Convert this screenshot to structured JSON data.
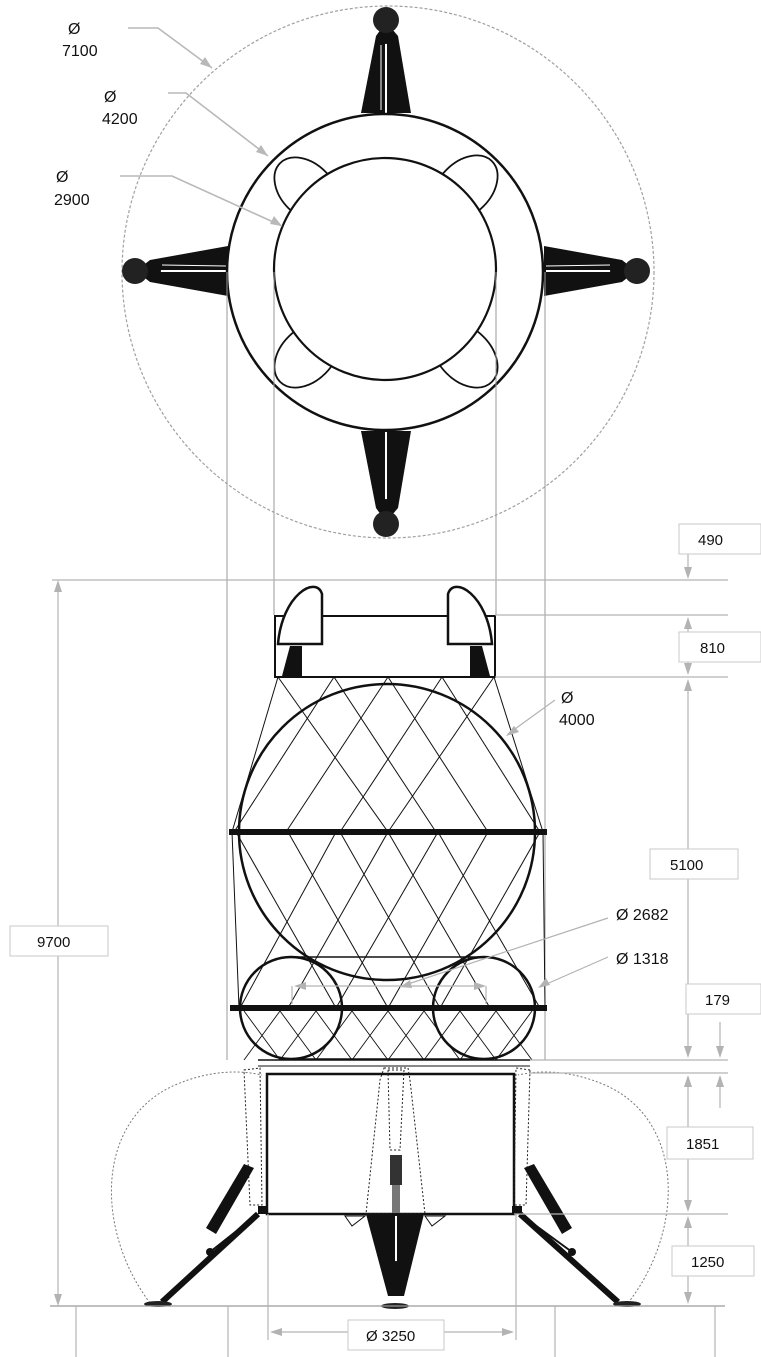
{
  "top_view": {
    "outer_diameter": {
      "symbol": "Ø",
      "value": "7100"
    },
    "body_diameter": {
      "symbol": "Ø",
      "value": "4200"
    },
    "inner_diameter": {
      "symbol": "Ø",
      "value": "2900"
    }
  },
  "side_view": {
    "total_height": "9700",
    "top_offset": "490",
    "upper_ring_height": "810",
    "tank_section_height": "5100",
    "gap_height": "179",
    "descent_stage_height": "1851",
    "leg_height": "1250",
    "main_tank_diameter": {
      "symbol": "Ø",
      "value": "4000"
    },
    "torus_span_diameter": "Ø 2682",
    "torus_tube_diameter": "Ø 1318",
    "base_diameter": "Ø 3250"
  },
  "colors": {
    "line": "#111111",
    "dimension": "#b3b3b3",
    "dashed_envelope": "#9a9a9a"
  }
}
